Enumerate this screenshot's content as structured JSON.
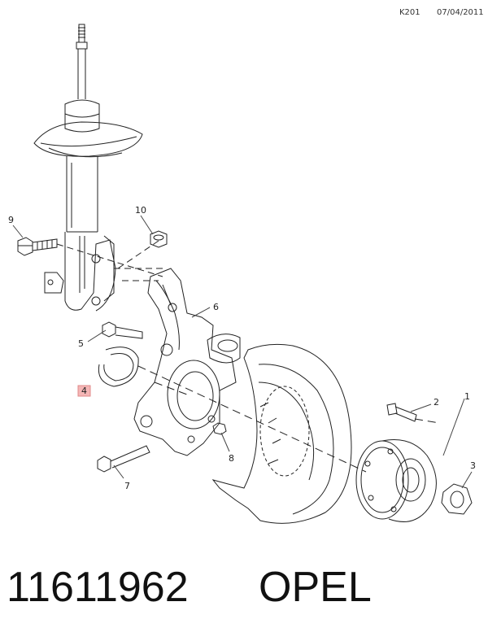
{
  "header": {
    "code": "K201",
    "date": "07/04/2011"
  },
  "callouts": [
    {
      "id": "1",
      "label": "1"
    },
    {
      "id": "2",
      "label": "2"
    },
    {
      "id": "3",
      "label": "3"
    },
    {
      "id": "4",
      "label": "4",
      "highlight": "#f4b6b6"
    },
    {
      "id": "5",
      "label": "5"
    },
    {
      "id": "6",
      "label": "6"
    },
    {
      "id": "7",
      "label": "7"
    },
    {
      "id": "8",
      "label": "8"
    },
    {
      "id": "9",
      "label": "9"
    },
    {
      "id": "10",
      "label": "10"
    }
  ],
  "footer": {
    "part_number": "11611962",
    "brand": "OPEL"
  },
  "colors": {
    "line": "#222222",
    "highlight": "#f4b6b6"
  }
}
